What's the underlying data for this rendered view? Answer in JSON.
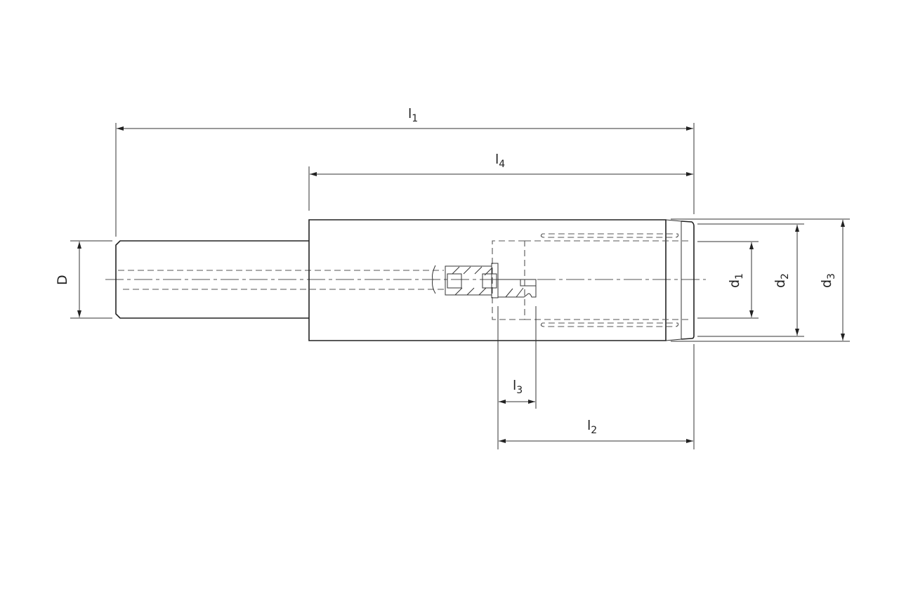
{
  "drawing": {
    "dimensions": {
      "l1": {
        "base": "l",
        "sub": "1"
      },
      "l2": {
        "base": "l",
        "sub": "2"
      },
      "l3": {
        "base": "l",
        "sub": "3"
      },
      "l4": {
        "base": "l",
        "sub": "4"
      },
      "D": {
        "base": "D",
        "sub": ""
      },
      "d1": {
        "base": "d",
        "sub": "1"
      },
      "d2": {
        "base": "d",
        "sub": "2"
      },
      "d3": {
        "base": "d",
        "sub": "3"
      }
    }
  }
}
